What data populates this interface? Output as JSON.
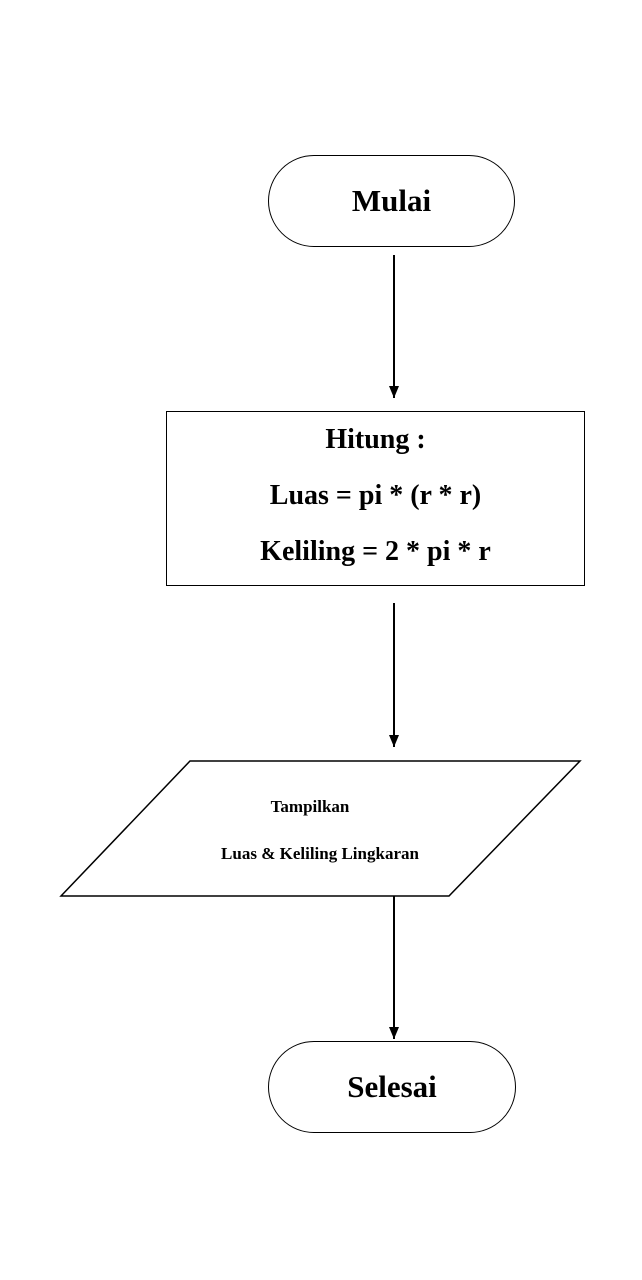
{
  "flowchart": {
    "start": {
      "label": "Mulai"
    },
    "process": {
      "title": "Hitung :",
      "formula_area": "Luas = pi * (r * r)",
      "formula_circumference": "Keliling = 2 * pi * r"
    },
    "output": {
      "line1": "Tampilkan",
      "line2": "Luas & Keliling Lingkaran"
    },
    "end": {
      "label": "Selesai"
    }
  }
}
